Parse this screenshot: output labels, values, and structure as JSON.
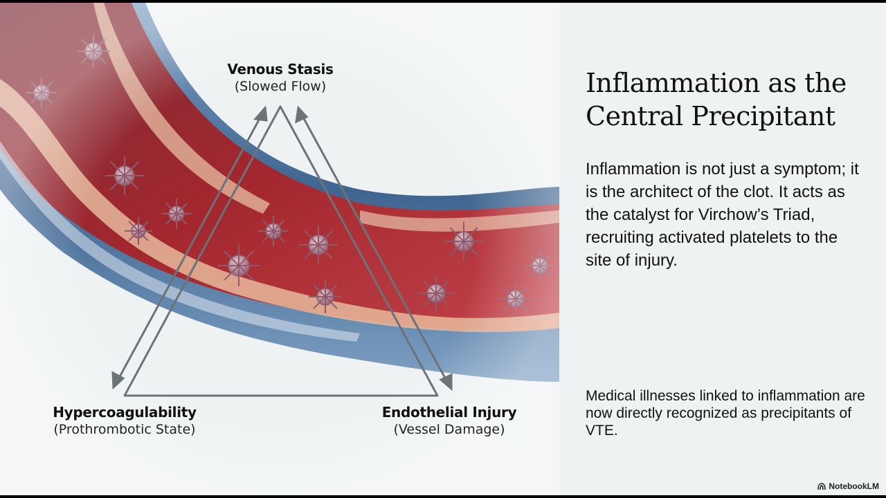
{
  "diagram": {
    "vertices": [
      {
        "title": "Venous Stasis",
        "subtitle": "(Slowed Flow)"
      },
      {
        "title": "Hypercoagulability",
        "subtitle": "(Prothrombotic State)"
      },
      {
        "title": "Endothelial Injury",
        "subtitle": "(Vessel Damage)"
      }
    ]
  },
  "panel": {
    "title": "Inflammation as the Central Precipitant",
    "body": "Inflammation is not just a symptom; it is the architect of the clot. It acts as the catalyst for Virchow’s Triad, recruiting activated platelets to the site of injury.",
    "note": "Medical illnesses linked to inflammation are now directly recognized as precipitants of VTE."
  },
  "brand": {
    "label": "NotebookLM",
    "icon": "notebooklm-logo-icon"
  },
  "colors": {
    "background": "#eef2f3",
    "vessel_blue": "#3f6590",
    "vessel_red": "#a3272e",
    "triangle": "#6b7378"
  }
}
